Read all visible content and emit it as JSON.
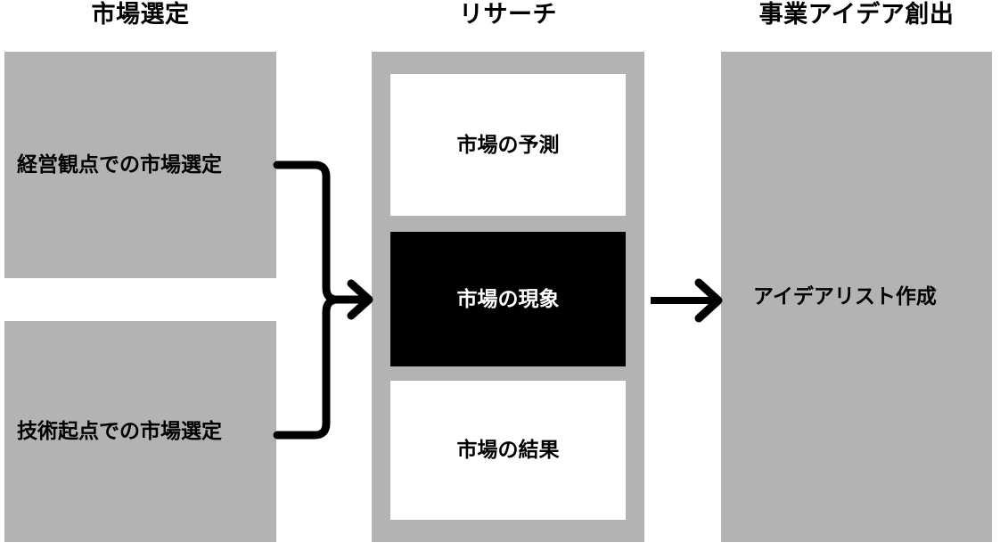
{
  "diagram": {
    "title_row": {
      "market": "市場選定",
      "research": "リサーチ",
      "idea": "事業アイデア創出"
    },
    "columns": [
      {
        "id": "market-selection",
        "header": "市場選定",
        "boxes": [
          {
            "id": "mgmt-view",
            "label": "経営観点での市場選定",
            "fill": "#b3b3b3",
            "text_color": "#000000"
          },
          {
            "id": "tech-view",
            "label": "技術起点での市場選定",
            "fill": "#b3b3b3",
            "text_color": "#000000"
          }
        ]
      },
      {
        "id": "research",
        "header": "リサーチ",
        "container_fill": "#b3b3b3",
        "boxes": [
          {
            "id": "forecast",
            "label": "市場の予測",
            "fill": "#ffffff",
            "text_color": "#000000"
          },
          {
            "id": "phenomena",
            "label": "市場の現象",
            "fill": "#000000",
            "text_color": "#ffffff"
          },
          {
            "id": "result",
            "label": "市場の結果",
            "fill": "#ffffff",
            "text_color": "#000000"
          }
        ]
      },
      {
        "id": "idea-generation",
        "header": "事業アイデア創出",
        "boxes": [
          {
            "id": "idea-list",
            "label": "アイデアリスト作成",
            "fill": "#b3b3b3",
            "text_color": "#000000"
          }
        ]
      }
    ],
    "connectors": [
      {
        "id": "merge-arrow",
        "type": "merge-elbow-arrow",
        "from": [
          "mgmt-view",
          "tech-view"
        ],
        "to": "research",
        "color": "#000000"
      },
      {
        "id": "research-to-idea-arrow",
        "type": "straight-arrow",
        "from": "research",
        "to": "idea-list",
        "color": "#000000"
      }
    ],
    "palette": {
      "gray_fill": "#b3b3b3",
      "black_fill": "#000000",
      "white_fill": "#ffffff",
      "line_color": "#000000",
      "background": "#ffffff"
    }
  }
}
